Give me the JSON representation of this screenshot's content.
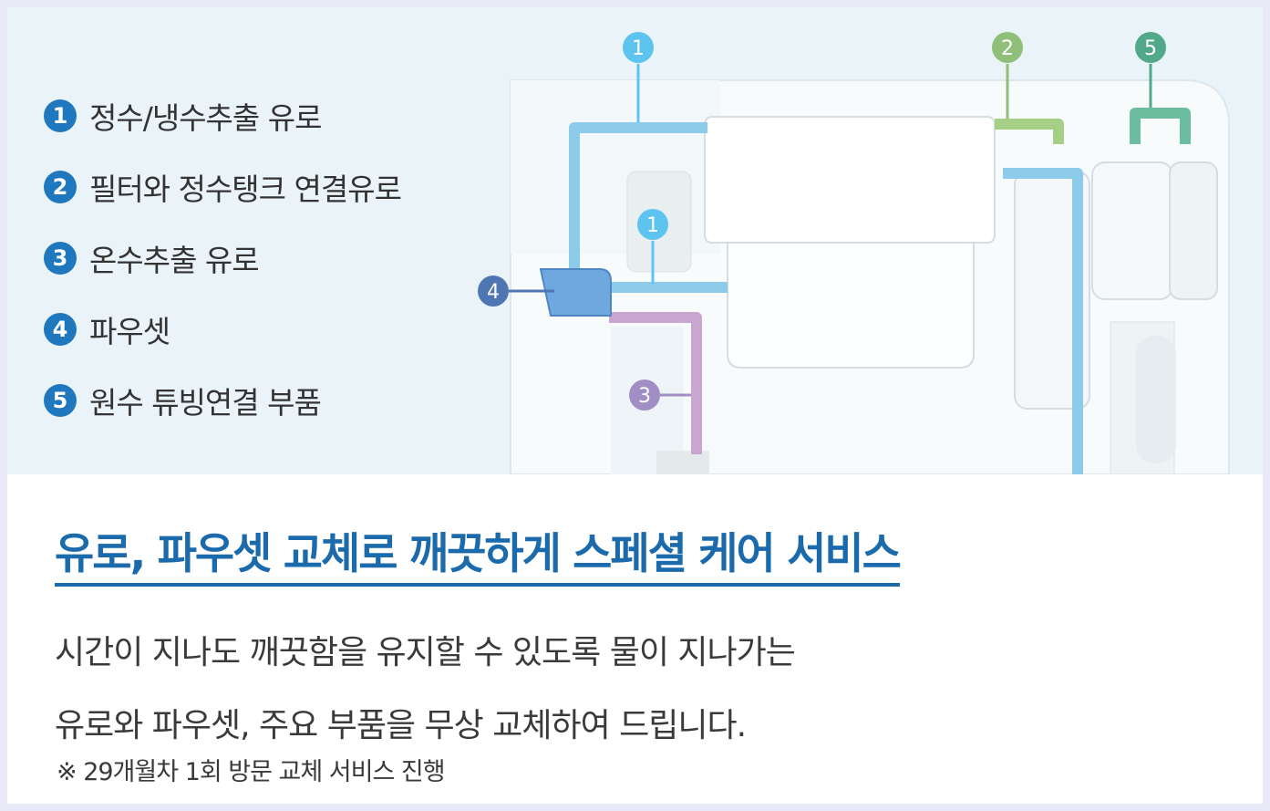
{
  "legend": [
    {
      "num": "1",
      "label": "정수/냉수추출 유로"
    },
    {
      "num": "2",
      "label": "필터와 정수탱크 연결유로"
    },
    {
      "num": "3",
      "label": "온수추출 유로"
    },
    {
      "num": "4",
      "label": "파우셋"
    },
    {
      "num": "5",
      "label": "원수 튜빙연결 부품"
    }
  ],
  "diagram": {
    "markers": [
      {
        "text": "1",
        "color": "#5cc4ee"
      },
      {
        "text": "2",
        "color": "#8fbf79"
      },
      {
        "text": "5",
        "color": "#52a98a"
      },
      {
        "text": "1",
        "color": "#5cc4ee"
      },
      {
        "text": "4",
        "color": "#4f76b3"
      },
      {
        "text": "3",
        "color": "#a08ec4"
      }
    ],
    "colors": {
      "cold_tube": "#8ccbea",
      "filter_tube": "#a6cf86",
      "raw_tube": "#6cbda0",
      "hot_tube": "#c9a6cf",
      "faucet": "#6fa8df"
    }
  },
  "headline": "유로, 파우셋 교체로 깨끗하게 스페셜 케어 서비스",
  "description": {
    "line1": "시간이 지나도 깨끗함을 유지할 수 있도록 물이 지나가는",
    "line2": "유로와 파우셋, 주요 부품을 무상 교체하여 드립니다."
  },
  "note": "※ 29개월차 1회 방문 교체 서비스 진행"
}
